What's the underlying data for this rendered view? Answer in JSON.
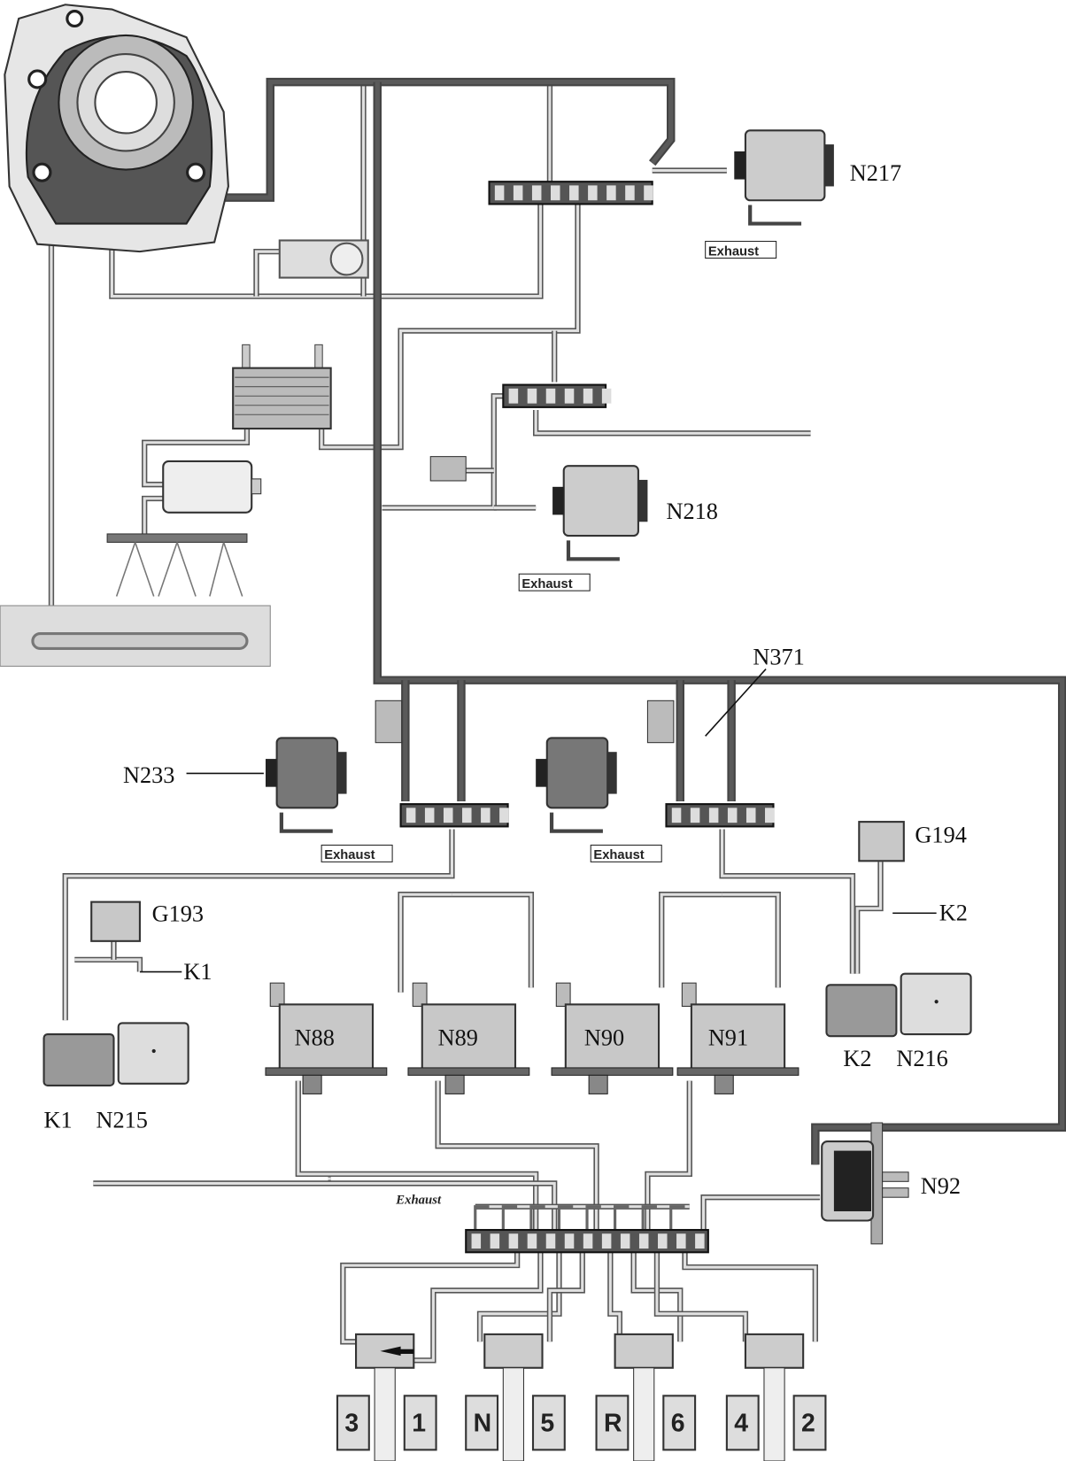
{
  "labels": {
    "n217": "N217",
    "n218": "N218",
    "n371": "N371",
    "n233": "N233",
    "g193": "G193",
    "g194": "G194",
    "k1_line": "K1",
    "k2_line": "K2",
    "k1": "K1",
    "n215": "N215",
    "k2": "K2",
    "n216": "N216",
    "n88": "N88",
    "n89": "N89",
    "n90": "N90",
    "n91": "N91",
    "n92": "N92",
    "exhaust": "Exhaust"
  },
  "gear_selectors": [
    {
      "left": "3",
      "right": "1"
    },
    {
      "left": "N",
      "right": "5"
    },
    {
      "left": "R",
      "right": "6"
    },
    {
      "left": "4",
      "right": "2"
    }
  ],
  "colors": {
    "pressure_line": "#5a5a5a",
    "control_line": "#8a8a8a",
    "component": "#c8c8c8"
  }
}
